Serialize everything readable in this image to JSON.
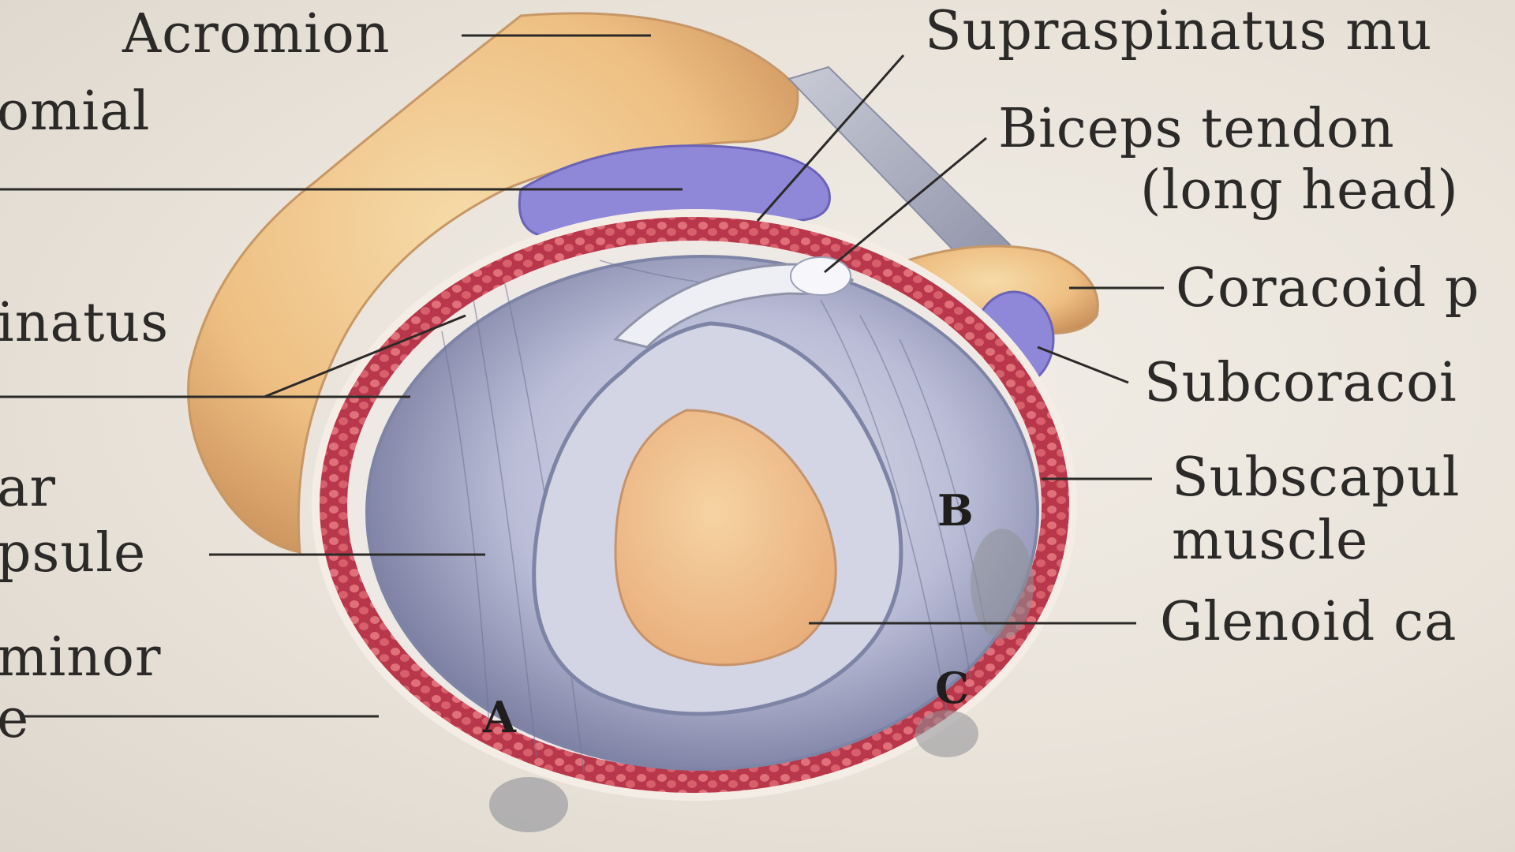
{
  "labels": {
    "acromion": "Acromion",
    "subacromial_fragment": "omial",
    "supraspinatus_muscle": "Supraspinatus mu",
    "biceps_tendon_line1": "Biceps tendon",
    "biceps_tendon_line2": "(long head)",
    "coracoid": "Coracoid p",
    "infraspinatus_fragment": "inatus",
    "subcoracoid": "Subcoracoi",
    "subscapularis_line1": "Subscapul",
    "subscapularis_line2": "muscle",
    "capsular_line1": "ar",
    "capsular_line2": "psule",
    "glenoid_cavity": "Glenoid ca",
    "teres_minor_line1": "minor",
    "teres_minor_line2": "e"
  },
  "markers": {
    "a": "A",
    "b": "B",
    "c": "C"
  },
  "colors": {
    "paper": "#ebe6de",
    "bone": "#f2c98e",
    "muscle": "#c8485a",
    "bursa": "#8d86d8",
    "capsule": "#9aa1c4",
    "glenoid": "#f0c28e",
    "leader_line": "#2b2a28"
  }
}
